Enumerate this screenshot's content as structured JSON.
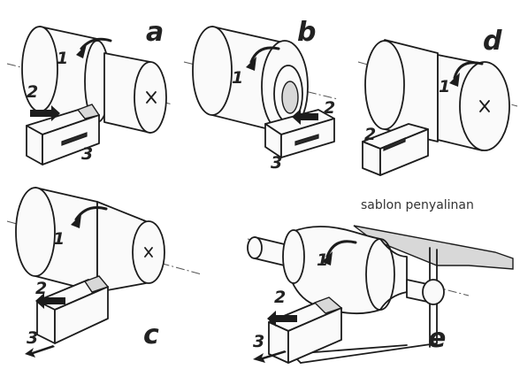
{
  "panels": {
    "a": {
      "letter": "a",
      "rotation": "1",
      "feed": "2",
      "motion": "3"
    },
    "b": {
      "letter": "b",
      "rotation": "1",
      "feed": "2",
      "motion": "3"
    },
    "c": {
      "letter": "c",
      "rotation": "1",
      "feed": "2",
      "motion": "3"
    },
    "d": {
      "letter": "d",
      "rotation": "1",
      "feed": "2"
    },
    "e": {
      "letter": "e",
      "rotation": "1",
      "feed": "2",
      "motion": "3",
      "template_caption": "sablon penyalinan"
    }
  }
}
